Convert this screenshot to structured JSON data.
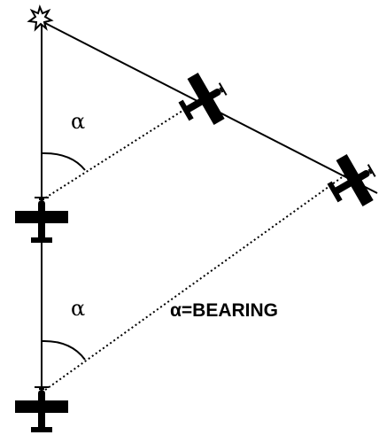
{
  "labels": {
    "alpha_upper": "α",
    "alpha_lower": "α",
    "bearing_legend": "α=BEARING"
  },
  "icons": {
    "station": "star-burst-icon",
    "aircraft": "airplane-icon"
  },
  "colors": {
    "ink": "#000000",
    "background": "#ffffff"
  }
}
